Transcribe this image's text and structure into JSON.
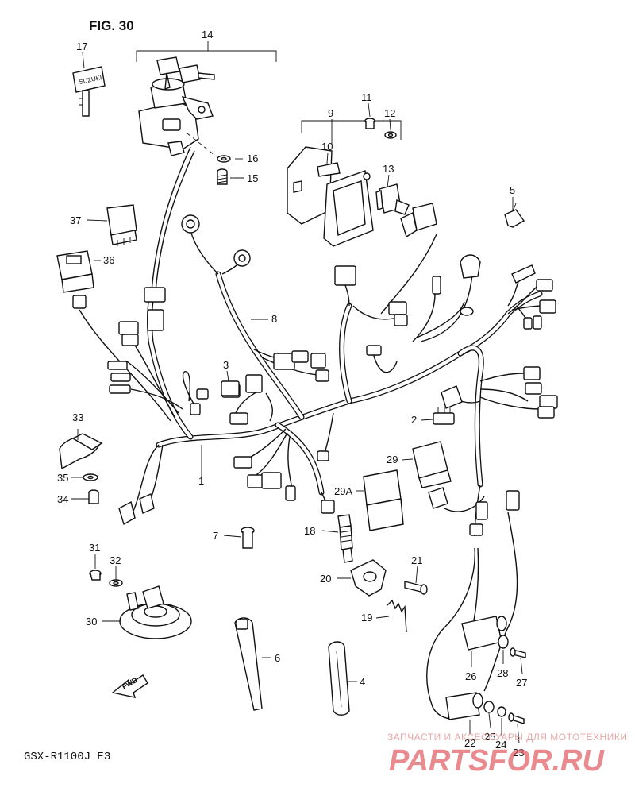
{
  "figure_title": "FIG. 30",
  "model_code": "GSX-R1100J  E3",
  "watermark": {
    "tagline": "ЗАПЧАСТИ И АКСЕССУАРЫ ДЛЯ МОТОТЕХНИКИ",
    "brand": "PARTSFOR.RU"
  },
  "fwd_arrow_text": "FWD",
  "key_brand": "SUZUKI",
  "callouts": {
    "c1": "1",
    "c2": "2",
    "c3": "3",
    "c4": "4",
    "c5": "5",
    "c6": "6",
    "c7": "7",
    "c8": "8",
    "c9": "9",
    "c10": "10",
    "c11": "11",
    "c12": "12",
    "c13": "13",
    "c14": "14",
    "c15": "15",
    "c16": "16",
    "c17": "17",
    "c18": "18",
    "c19": "19",
    "c20": "20",
    "c21": "21",
    "c22": "22",
    "c23": "23",
    "c24": "24",
    "c25": "25",
    "c26": "26",
    "c27": "27",
    "c28": "28",
    "c29": "29",
    "c29a": "29A",
    "c30": "30",
    "c31": "31",
    "c32": "32",
    "c33": "33",
    "c34": "34",
    "c35": "35",
    "c36": "36",
    "c37": "37"
  },
  "colors": {
    "ink": "#111111",
    "background": "#ffffff",
    "watermark_red": "#e05a60"
  }
}
